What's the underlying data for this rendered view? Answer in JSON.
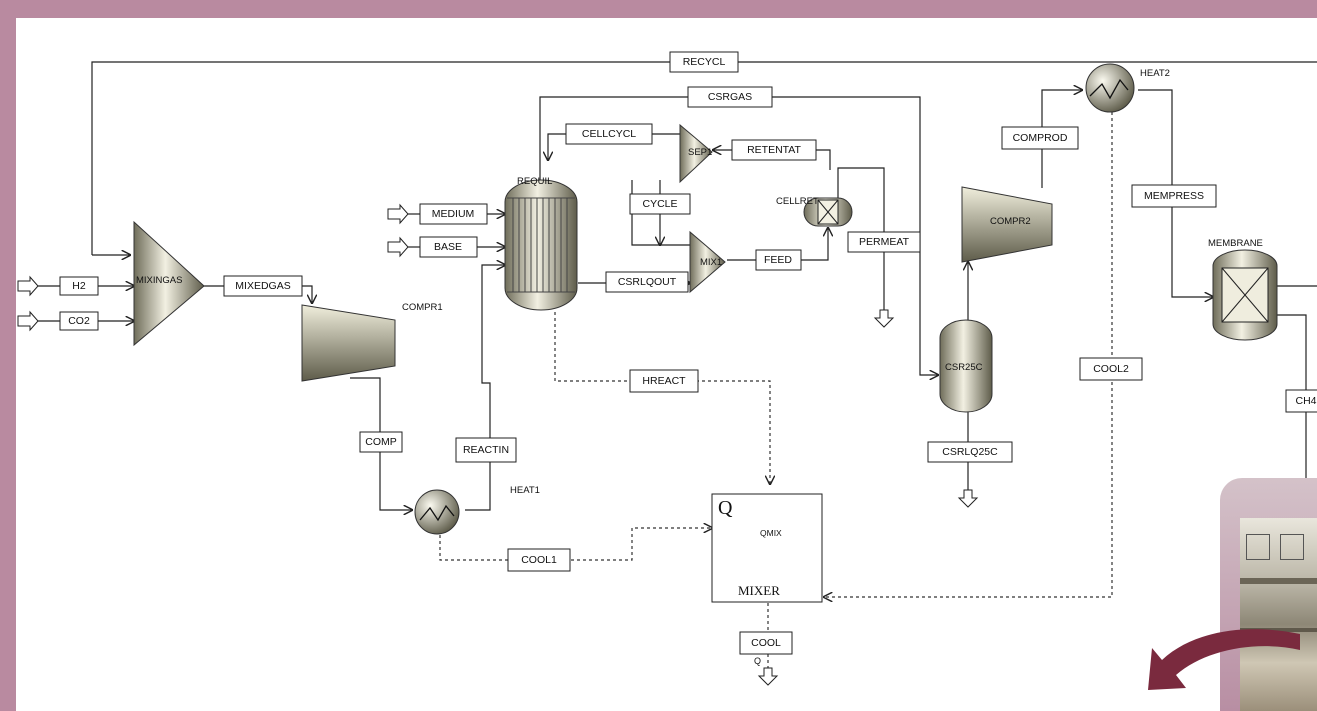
{
  "blocks": {
    "mixingas": "MIXINGAS",
    "compr1": "COMPR1",
    "requil": "REQUIL",
    "sep1": "SEP1",
    "mix1": "MIX1",
    "cellret": "CELLRET",
    "heat1": "HEAT1",
    "compr2": "COMPR2",
    "heat2": "HEAT2",
    "membrane": "MEMBRANE",
    "csr25c": "CSR25C",
    "qmix": "QMIX",
    "mixer": "MIXER",
    "q_symbol": "Q",
    "q_small": "Q"
  },
  "streams": {
    "h2": "H2",
    "co2": "CO2",
    "mixedgas": "MIXEDGAS",
    "comp": "COMP",
    "reactin": "REACTIN",
    "medium": "MEDIUM",
    "base": "BASE",
    "recycl": "RECYCL",
    "csrgas": "CSRGAS",
    "cellcycl": "CELLCYCL",
    "retentat": "RETENTAT",
    "cycle": "CYCLE",
    "csrlqout": "CSRLQOUT",
    "feed": "FEED",
    "permeat": "PERMEAT",
    "comprod": "COMPROD",
    "mempress": "MEMPRESS",
    "cool2": "COOL2",
    "csrlq25c": "CSRLQ25C",
    "hreact": "HREACT",
    "cool1": "COOL1",
    "cool": "COOL",
    "ch4": "CH4"
  },
  "colors": {
    "frame": "#b98aa0",
    "arrow": "#7a2a3e",
    "equipment_light": "#e8e6d6",
    "equipment_dark": "#6f6d5a"
  }
}
